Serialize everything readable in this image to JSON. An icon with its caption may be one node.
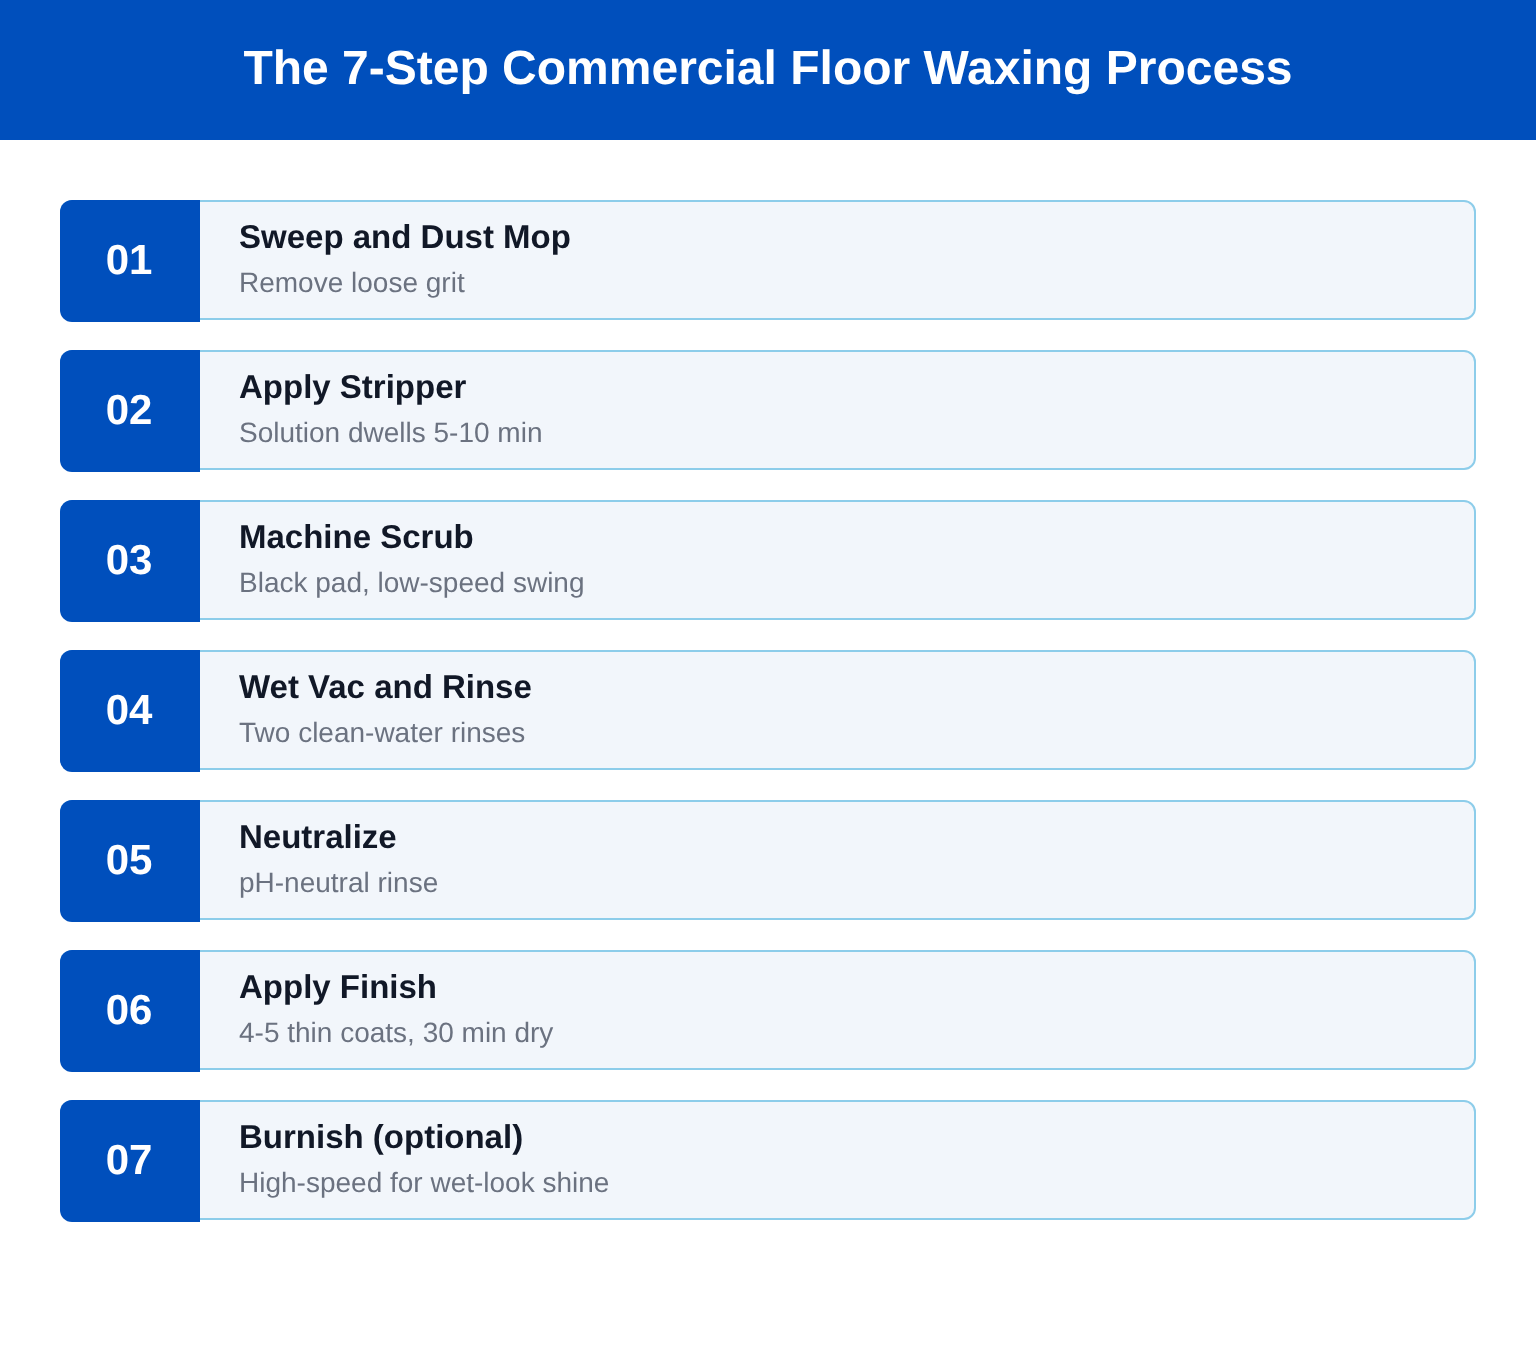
{
  "diagram": {
    "title": "The 7-Step Commercial Floor Waxing Process",
    "nodes": [
      {
        "text": [
          "Sweep and Dust Mop",
          "Remove loose grit"
        ]
      },
      {
        "text": [
          "01"
        ],
        "in": 0
      },
      {
        "text": [
          "Apply Stripper",
          "Solution dwells 5-10 min"
        ]
      },
      {
        "text": [
          "02"
        ],
        "in": 2
      },
      {
        "text": [
          "Machine Scrub",
          "Black pad, low-speed swing"
        ]
      },
      {
        "text": [
          "03"
        ],
        "in": 4
      },
      {
        "text": [
          "Wet Vac and Rinse",
          "Two clean-water rinses"
        ]
      },
      {
        "text": [
          "04"
        ],
        "in": 6
      },
      {
        "text": [
          "Neutralize",
          "pH-neutral rinse"
        ]
      },
      {
        "text": [
          "05"
        ],
        "in": 8
      },
      {
        "text": [
          "Apply Finish",
          "4-5 thin coats, 30 min dry"
        ]
      },
      {
        "text": [
          "06"
        ],
        "in": 10
      },
      {
        "text": [
          "Burnish (optional)",
          "High-speed for wet-look shine"
        ]
      },
      {
        "text": [
          "07"
        ],
        "in": 12
      }
    ]
  }
}
